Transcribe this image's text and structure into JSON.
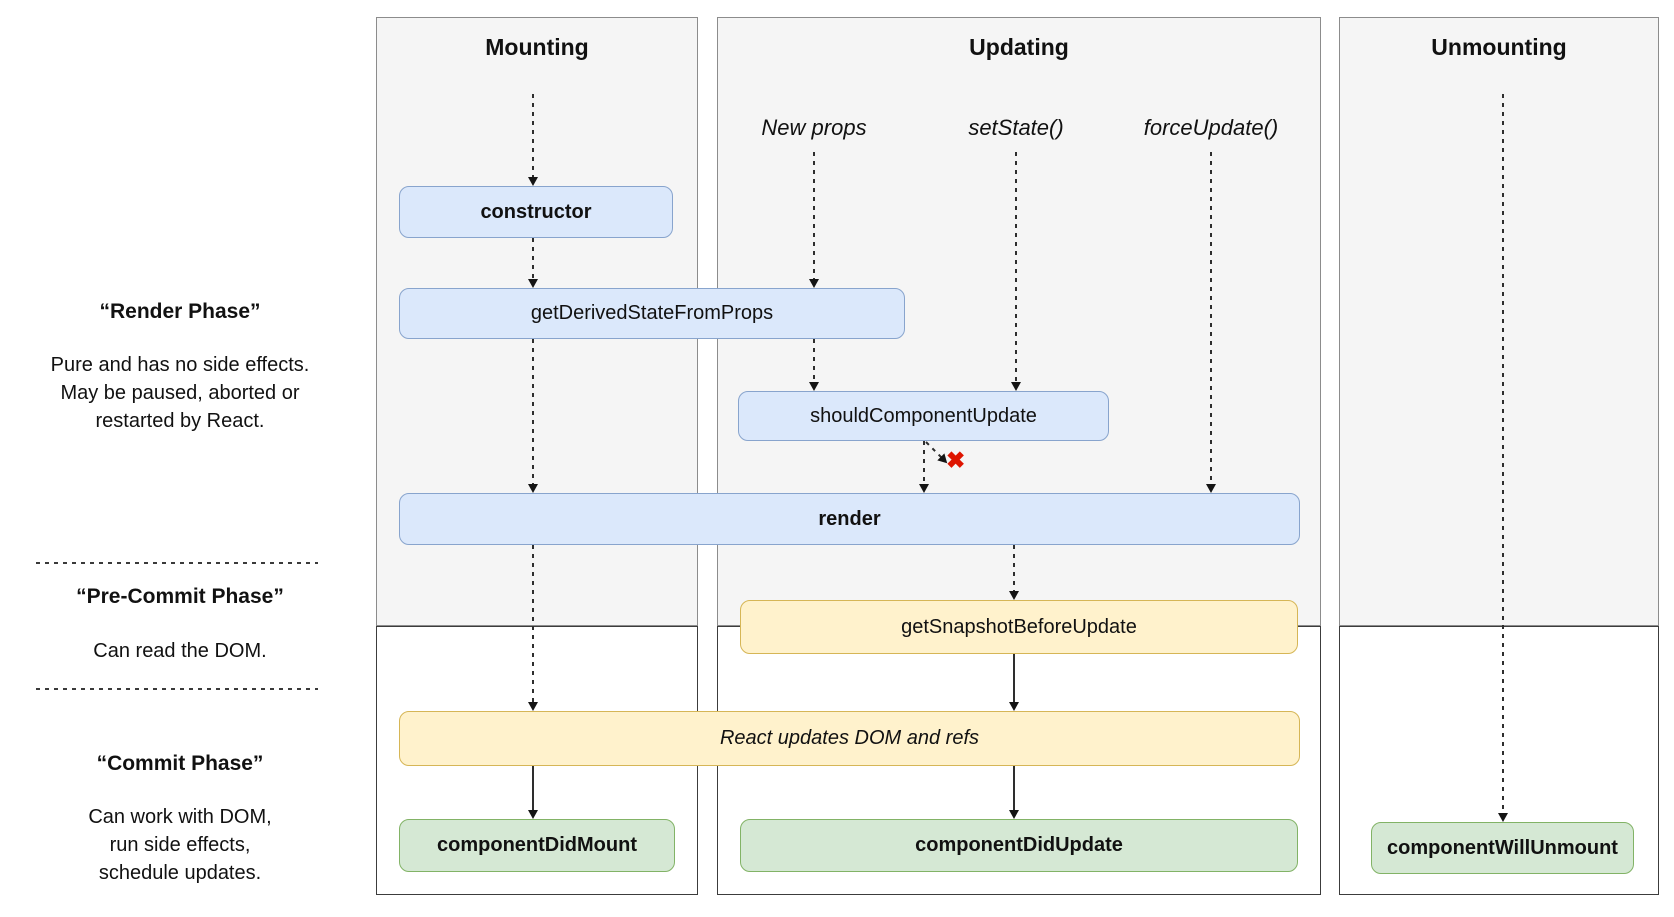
{
  "sidebar": {
    "render_phase": {
      "title": "“Render Phase”",
      "body": "Pure and has no side effects.\nMay be paused, aborted or\nrestarted by React."
    },
    "pre_commit_phase": {
      "title": "“Pre-Commit Phase”",
      "body": "Can read the DOM."
    },
    "commit_phase": {
      "title": "“Commit Phase”",
      "body": "Can work with DOM,\nrun side effects,\nschedule updates."
    }
  },
  "columns": {
    "mounting": {
      "title": "Mounting"
    },
    "updating": {
      "title": "Updating",
      "triggers": {
        "new_props": "New props",
        "set_state": "setState()",
        "force_update": "forceUpdate()"
      }
    },
    "unmounting": {
      "title": "Unmounting"
    }
  },
  "nodes": {
    "constructor": {
      "label": "constructor"
    },
    "get_derived_state_from_props": {
      "label": "getDerivedStateFromProps"
    },
    "should_component_update": {
      "label": "shouldComponentUpdate"
    },
    "render": {
      "label": "render"
    },
    "get_snapshot_before_update": {
      "label": "getSnapshotBeforeUpdate"
    },
    "react_updates_dom": {
      "label": "React updates DOM and refs"
    },
    "component_did_mount": {
      "label": "componentDidMount"
    },
    "component_did_update": {
      "label": "componentDidUpdate"
    },
    "component_will_unmount": {
      "label": "componentWillUnmount"
    }
  },
  "marks": {
    "stop_x": "✖"
  },
  "colors": {
    "node_blue_fill": "#dbe8fb",
    "node_blue_stroke": "#88a4cd",
    "node_yellow_fill": "#fff2cc",
    "node_yellow_stroke": "#d6b656",
    "node_green_fill": "#d5e8d4",
    "node_green_stroke": "#82b366",
    "render_phase_bg": "#f5f5f5",
    "stop_red": "#de1400"
  }
}
